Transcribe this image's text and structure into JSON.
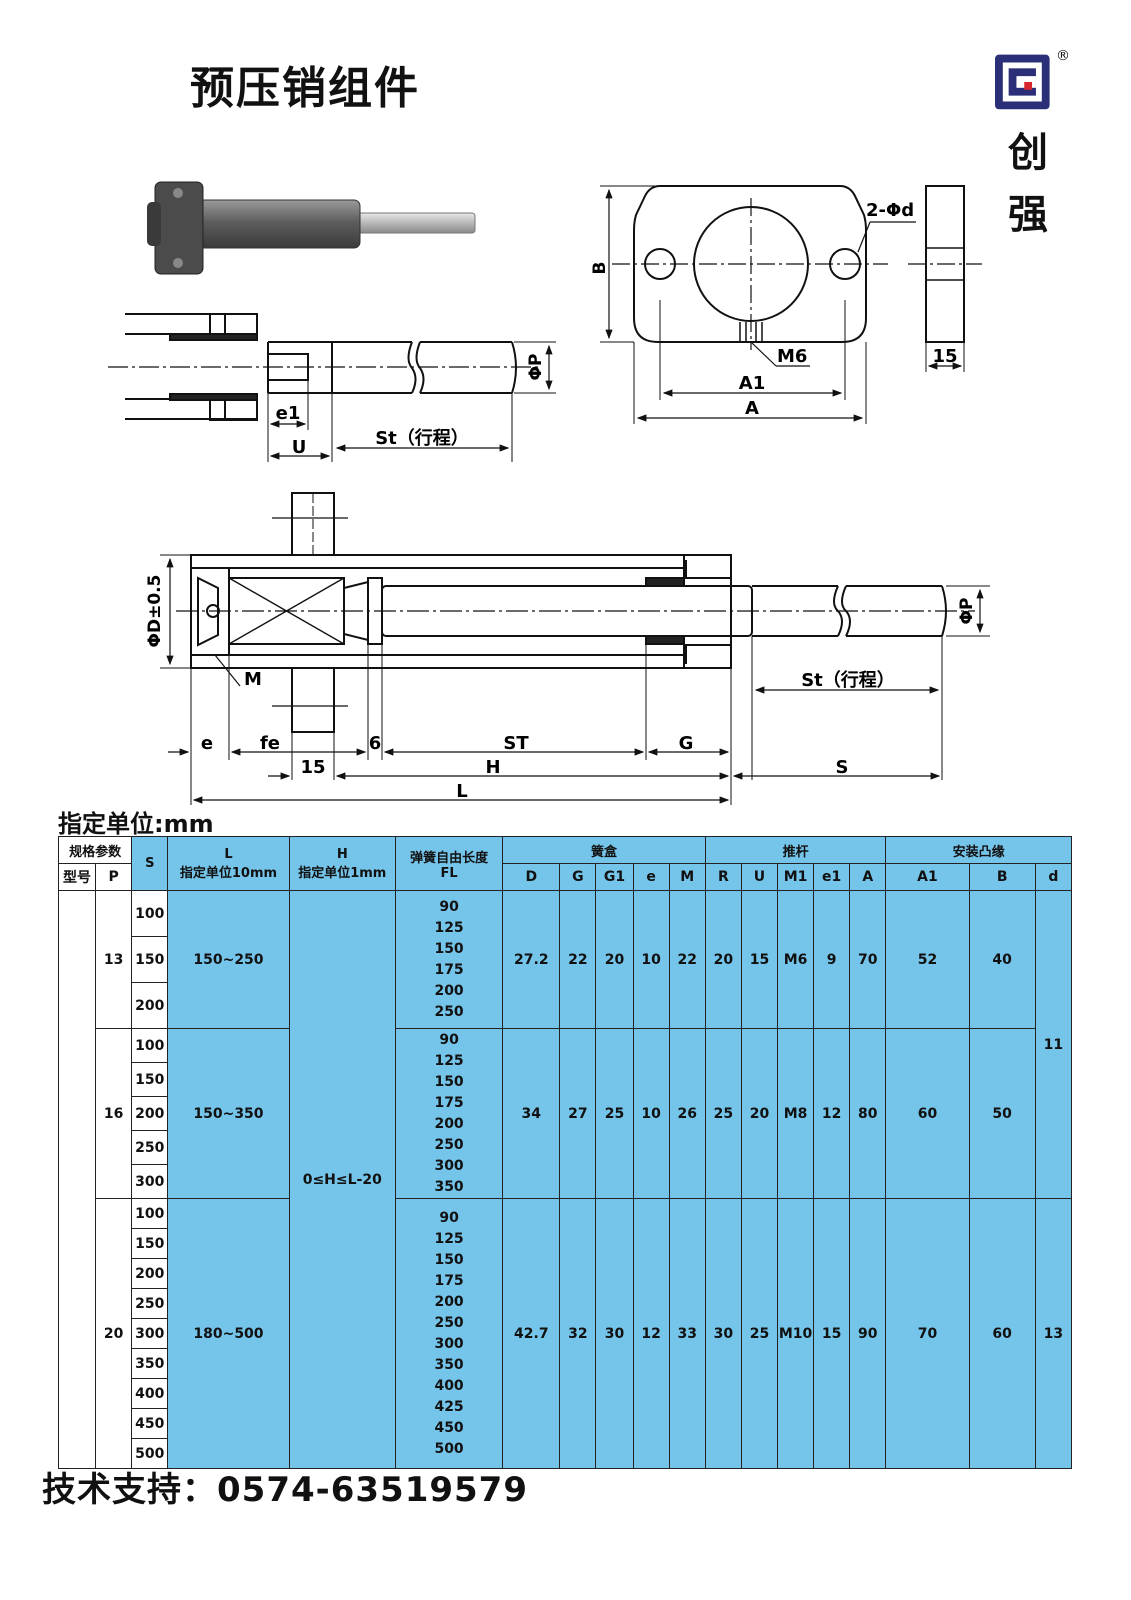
{
  "title": "预压销组件",
  "brand": {
    "name": "创强",
    "registered": "®",
    "logo_color": "#2b2f78",
    "accent": "#d9262c"
  },
  "drawing_labels": {
    "two_phi_d": "2-Φd",
    "b": "B",
    "m6": "M6",
    "a1": "A1",
    "a": "A",
    "fifteen": "15",
    "phi_p": "ΦP",
    "e1": "e1",
    "u": "U",
    "st_stroke": "St（行程）",
    "phi_d05": "ΦD±0.5",
    "m": "M",
    "e": "e",
    "fe": "fe",
    "six": "6",
    "st": "ST",
    "g": "G",
    "h": "H",
    "l": "L",
    "s": "S"
  },
  "unit_title": "指定单位:mm",
  "table": {
    "hdr_spec": "规格参数",
    "hdr_model": "型号",
    "hdr_p": "P",
    "hdr_s": "S",
    "hdr_l": "L",
    "hdr_l_sub": "指定单位10mm",
    "hdr_h": "H",
    "hdr_h_sub": "指定单位1mm",
    "hdr_fl": "弹簧自由长度",
    "hdr_fl_sub": "FL",
    "group_box": "簧盒",
    "group_rod": "推杆",
    "group_flange": "安装凸缘",
    "cols": [
      "D",
      "G",
      "G1",
      "e",
      "M",
      "R",
      "U",
      "M1",
      "e1",
      "A",
      "A1",
      "B",
      "d"
    ],
    "h_value": "0≤H≤L-20",
    "rows": [
      {
        "p": "13",
        "s": [
          "100",
          "150",
          "200"
        ],
        "l": "150~250",
        "fl": [
          "90",
          "125",
          "150",
          "175",
          "200",
          "250"
        ],
        "vals": [
          "27.2",
          "22",
          "20",
          "10",
          "22",
          "20",
          "15",
          "M6",
          "9",
          "70",
          "52",
          "40"
        ]
      },
      {
        "p": "16",
        "s": [
          "100",
          "150",
          "200",
          "250",
          "300"
        ],
        "l": "150~350",
        "fl": [
          "90",
          "125",
          "150",
          "175",
          "200",
          "250",
          "300",
          "350"
        ],
        "vals": [
          "34",
          "27",
          "25",
          "10",
          "26",
          "25",
          "20",
          "M8",
          "12",
          "80",
          "60",
          "50"
        ]
      },
      {
        "p": "20",
        "s": [
          "100",
          "150",
          "200",
          "250",
          "300",
          "350",
          "400",
          "450",
          "500"
        ],
        "l": "180~500",
        "fl": [
          "90",
          "125",
          "150",
          "175",
          "200",
          "250",
          "300",
          "350",
          "400",
          "425",
          "450",
          "500"
        ],
        "vals": [
          "42.7",
          "32",
          "30",
          "12",
          "33",
          "30",
          "25",
          "M10",
          "15",
          "90",
          "70",
          "60"
        ]
      }
    ],
    "d_values": [
      "11",
      "13"
    ]
  },
  "footer": "技术支持：0574-63519579"
}
